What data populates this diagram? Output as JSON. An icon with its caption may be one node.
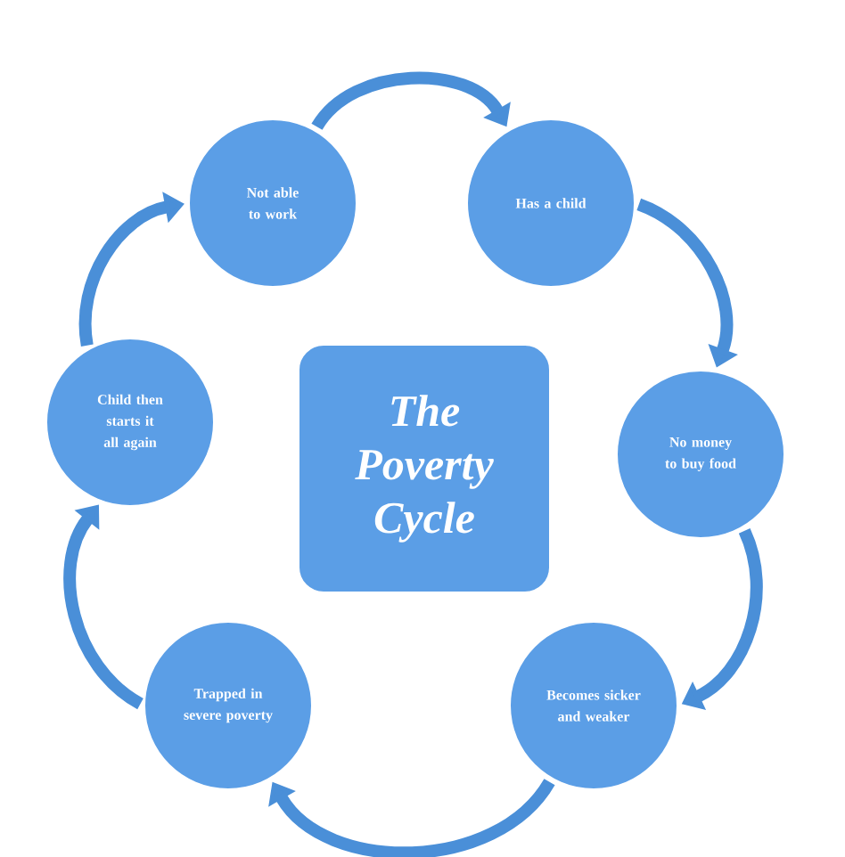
{
  "diagram": {
    "nodes": [
      {
        "text": [
          "The Poverty Cycle"
        ]
      },
      {
        "text": [
          "Not able to work"
        ]
      },
      {
        "text": [
          "Has a child"
        ]
      },
      {
        "text": [
          "No money to buy food"
        ]
      },
      {
        "text": [
          "Becomes sicker and weaker"
        ]
      },
      {
        "text": [
          "Trapped in severe poverty"
        ]
      },
      {
        "text": [
          "Child then starts it all again"
        ]
      }
    ],
    "edges": [
      {
        "from": 1,
        "to": 2,
        "arrow": "to"
      },
      {
        "from": 2,
        "to": 3,
        "arrow": "to"
      },
      {
        "from": 3,
        "to": 4,
        "arrow": "to"
      },
      {
        "from": 4,
        "to": 5,
        "arrow": "to"
      },
      {
        "from": 5,
        "to": 6,
        "arrow": "to"
      },
      {
        "from": 6,
        "to": 1,
        "arrow": "to"
      }
    ]
  }
}
